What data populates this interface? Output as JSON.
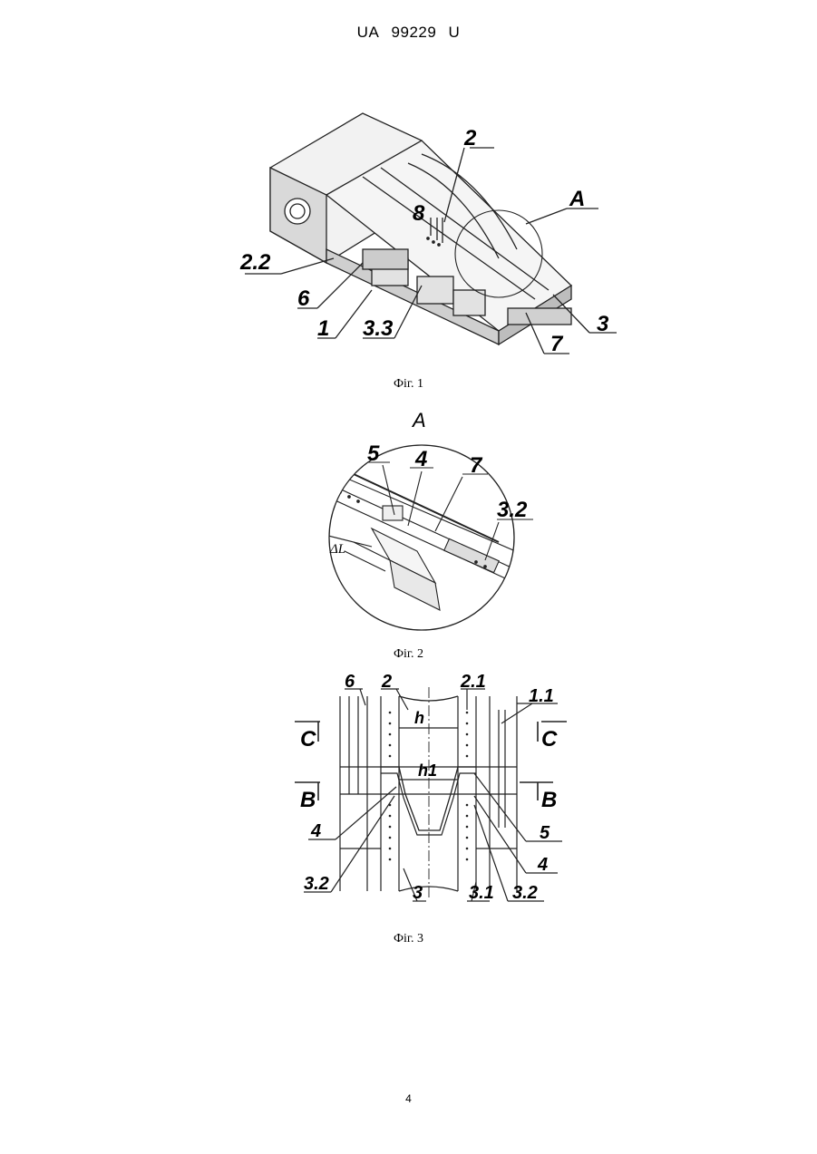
{
  "header": {
    "country": "UA",
    "number": "99229",
    "kind": "U"
  },
  "figure1": {
    "caption": "Фіг. 1",
    "labels": {
      "l2": "2",
      "lA": "A",
      "l8": "8",
      "l22": "2.2",
      "l6": "6",
      "l1": "1",
      "l33": "3.3",
      "l7": "7",
      "l3": "3"
    }
  },
  "figure2": {
    "title": "A",
    "caption": "Фіг. 2",
    "labels": {
      "l5": "5",
      "l4": "4",
      "l7": "7",
      "l32": "3.2",
      "dL": "ΔL"
    }
  },
  "figure3": {
    "caption": "Фіг. 3",
    "labels": {
      "l6": "6",
      "l2": "2",
      "l21": "2.1",
      "l11": "1.1",
      "h": "h",
      "h1": "h1",
      "C1": "C",
      "C2": "C",
      "B1": "B",
      "B2": "B",
      "l4a": "4",
      "l5": "5",
      "l4b": "4",
      "l32a": "3.2",
      "l3": "3",
      "l31": "3.1",
      "l32b": "3.2"
    }
  },
  "page_number": "4"
}
